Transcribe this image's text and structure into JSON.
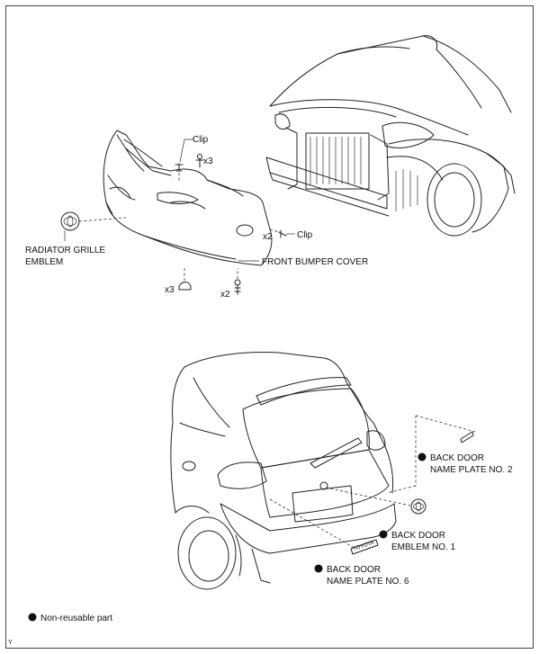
{
  "labels": {
    "clip_top": "Clip",
    "x3_top": "x3",
    "x2_clip": "x2",
    "clip_right": "Clip",
    "radiator_line1": "RADIATOR GRILLE",
    "radiator_line2": "EMBLEM",
    "front_bumper": "FRONT BUMPER COVER",
    "x3_bottom": "x3",
    "x2_bottom": "x2",
    "back_plate2_line1": "BACK DOOR",
    "back_plate2_line2": "NAME PLATE NO. 2",
    "back_emblem_line1": "BACK DOOR",
    "back_emblem_line2": "EMBLEM NO. 1",
    "back_plate6_line1": "BACK DOOR",
    "back_plate6_line2": "NAME PLATE NO. 6"
  },
  "legend": {
    "text": "Non-reusable part",
    "symbol": "filled-circle"
  },
  "corner_mark": "Y",
  "plate6_lettering": "TOYOTA",
  "colors": {
    "line": "#222222",
    "background": "#ffffff"
  }
}
